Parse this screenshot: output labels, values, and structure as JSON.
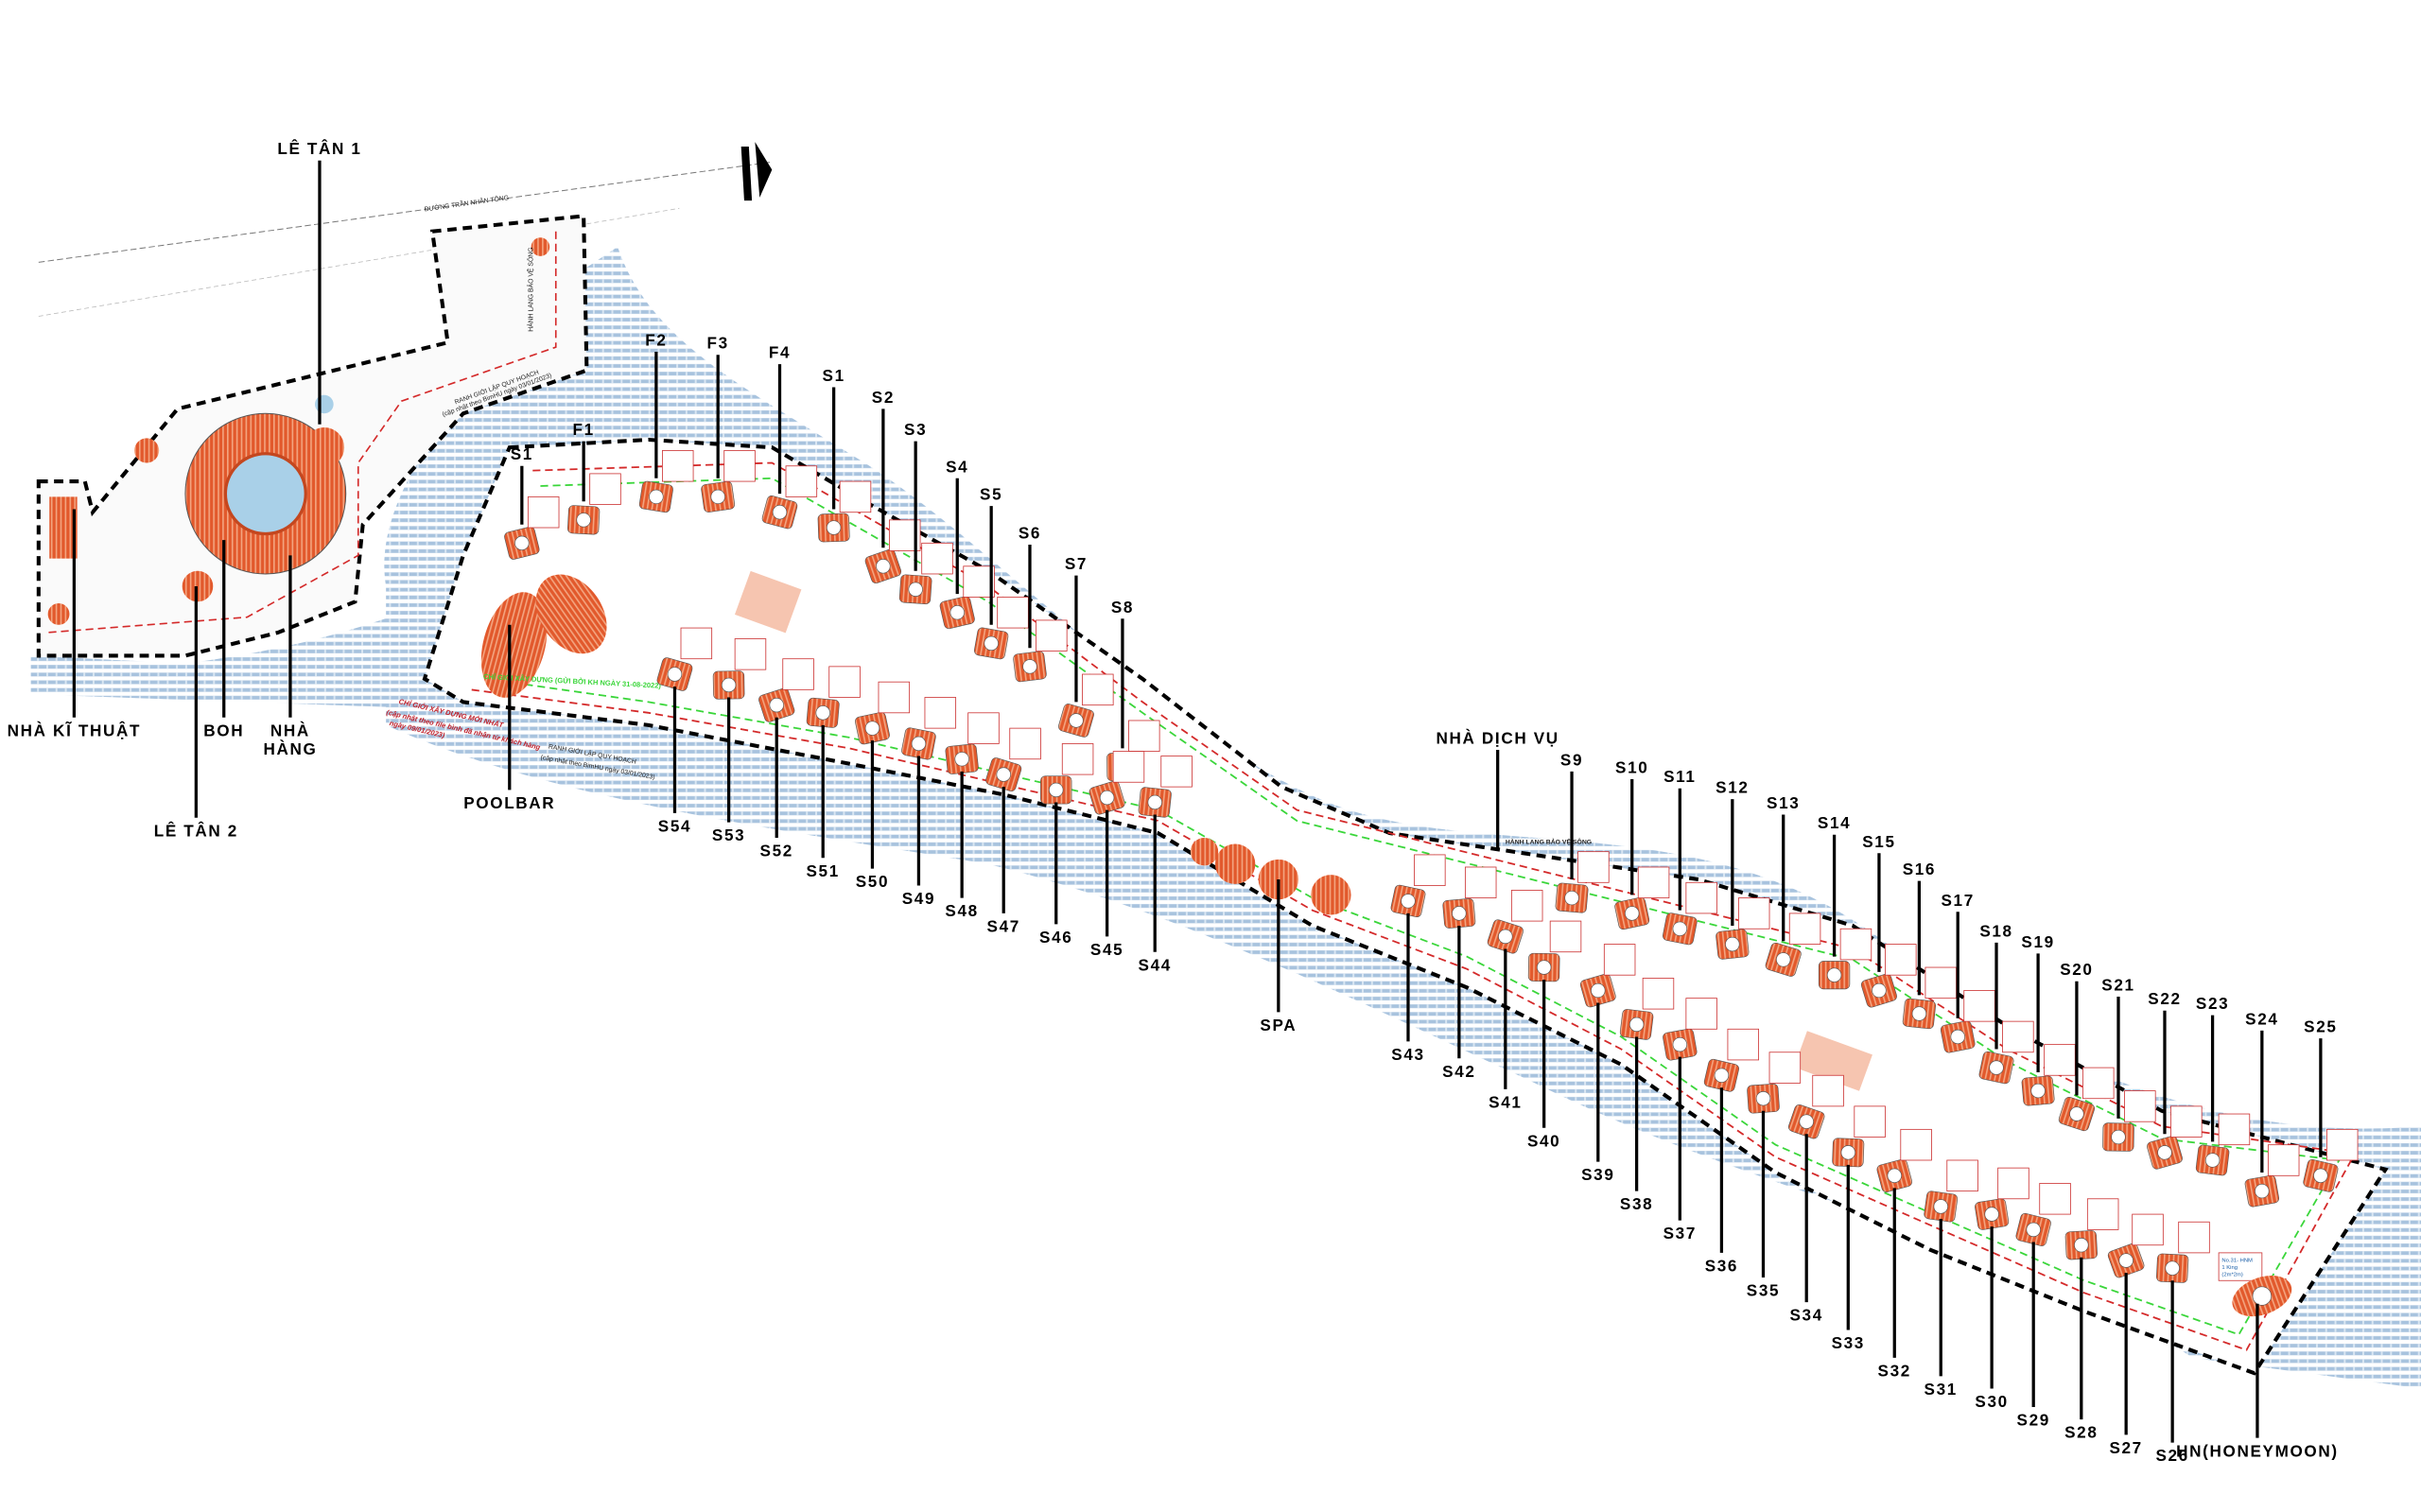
{
  "road_label": "ĐƯỜNG TRẦN NHÂN TÔNG",
  "river_corridor_label": "HÀNH LANG BẢO VỆ SÔNG",
  "planning_boundary": {
    "line1": "RANH GIỚI LẬP QUY HOẠCH",
    "line2": "(cập nhật theo BimHU ngày 03/01/2023)"
  },
  "build_line_green": "CHỈ GIỚI XÂY DỰNG (GỬI BỞI KH NGÀY 31-08-2022)",
  "build_line_red": {
    "line1": "CHỈ GIỚI XÂY DỰNG MỚI NHẤT",
    "line2": "(cập nhật theo file bình đã nhận từ khách hàng",
    "line3": "ngày 09/01/2023)"
  },
  "honeymoon_info": {
    "line1": "No.31- HNM",
    "line2": "1 King",
    "line3": "(2m*2m)"
  },
  "colors": {
    "roof": "#e2592c",
    "water": "#9fbedc",
    "boundary": "#000000",
    "build_line_new": "#d42a2a",
    "build_line_old": "#3ad63a"
  },
  "labels_top": [
    "LÊ TÂN 1",
    "F1",
    "S1",
    "F2",
    "F3",
    "F4",
    "S1",
    "S2",
    "S3",
    "S4",
    "S5",
    "S6",
    "S7",
    "S8",
    "NHÀ DỊCH VỤ",
    "S9",
    "S10",
    "S11",
    "S12",
    "S13",
    "S14",
    "S15",
    "S16",
    "S17",
    "S18",
    "S19",
    "S20",
    "S21",
    "S22",
    "S23",
    "S24",
    "S25"
  ],
  "labels_bottom": [
    "NHÀ KĨ THUẬT",
    "BOH",
    "NHÀ HÀNG",
    "LÊ TÂN 2",
    "POOLBAR",
    "S54",
    "S53",
    "S52",
    "S51",
    "S50",
    "S49",
    "S48",
    "S47",
    "S46",
    "S45",
    "S44",
    "SPA",
    "S43",
    "S42",
    "S41",
    "S40",
    "S39",
    "S38",
    "S37",
    "S36",
    "S35",
    "S34",
    "S33",
    "S32",
    "S31",
    "S30",
    "S29",
    "S28",
    "S27",
    "S26",
    "HN(HONEYMOON)"
  ]
}
